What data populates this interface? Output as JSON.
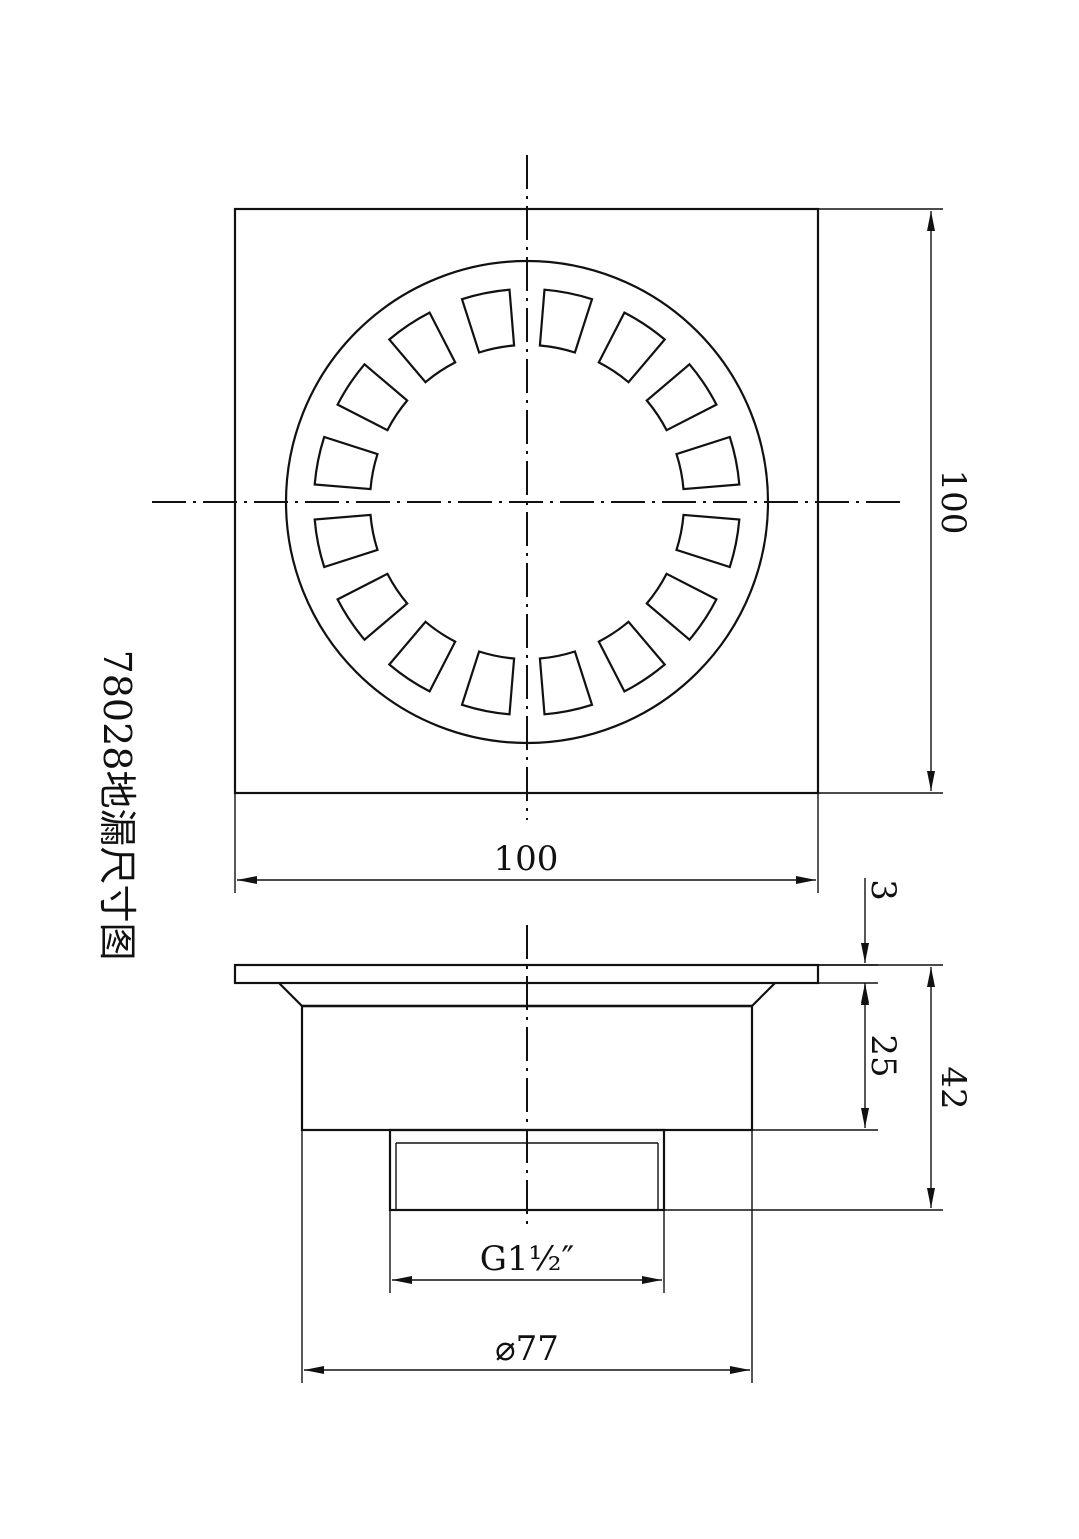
{
  "title": "78028地漏尺寸图",
  "top_view": {
    "width_label": "100",
    "height_label": "100",
    "slot_count": 16
  },
  "side_view": {
    "flange_thickness_label": "3",
    "body_height_label": "25",
    "total_height_label": "42",
    "thread_label": "G1½″",
    "diameter_label": "⌀77"
  }
}
